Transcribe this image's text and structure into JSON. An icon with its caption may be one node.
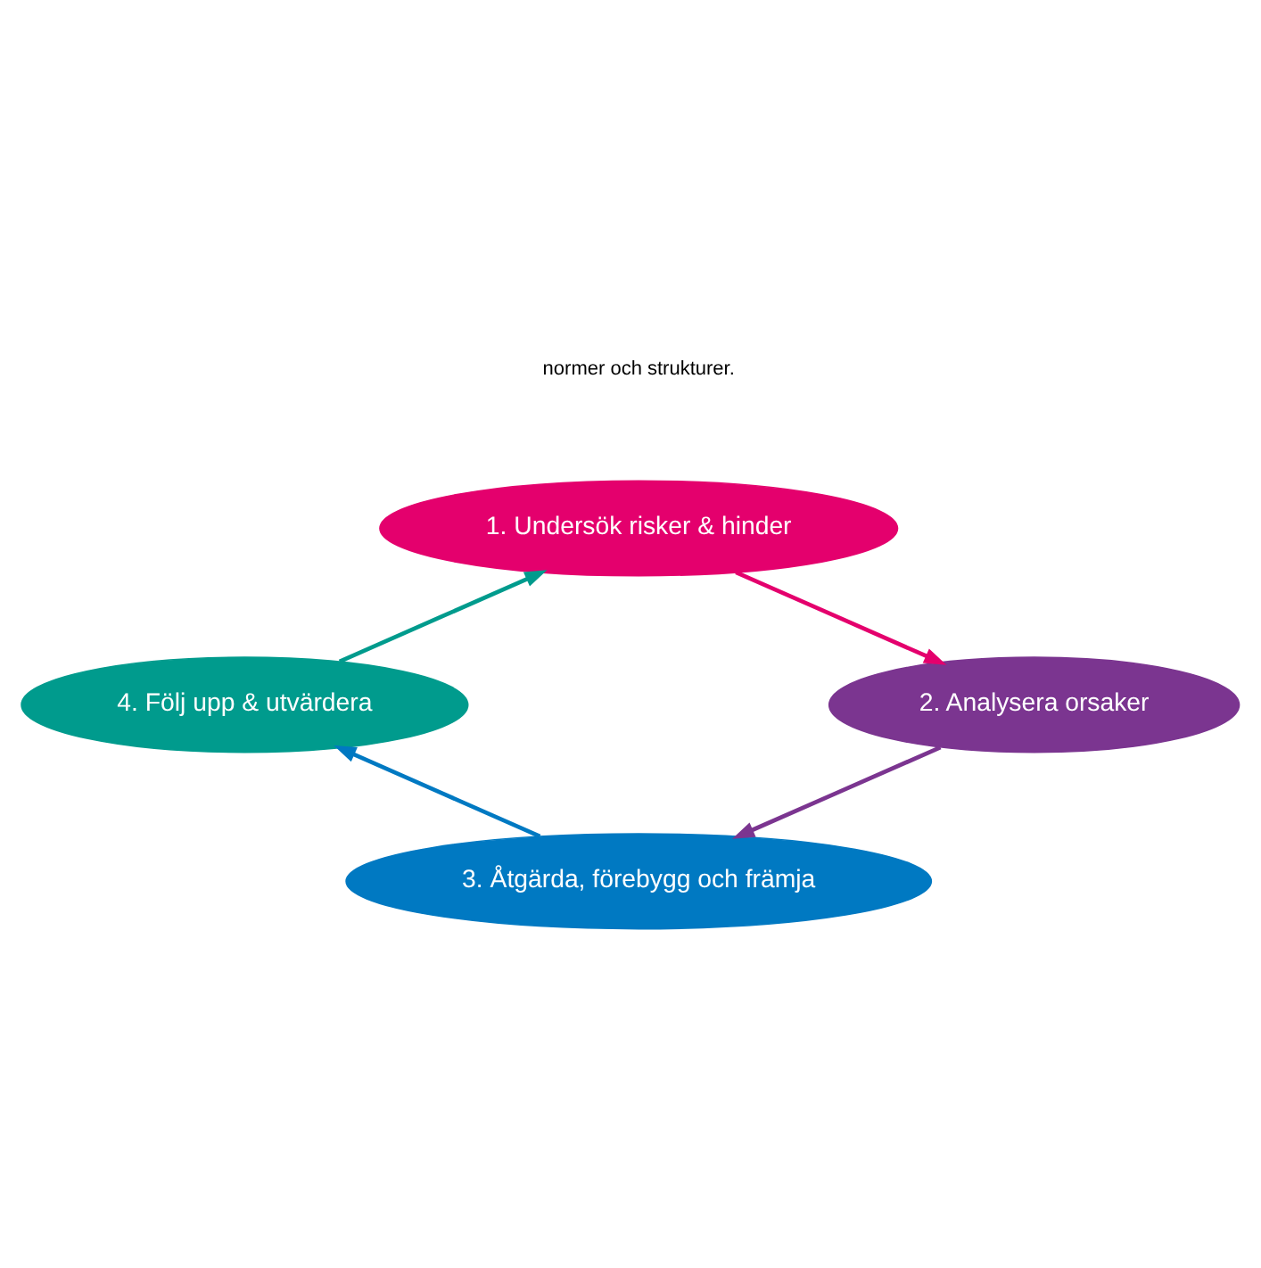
{
  "diagram": {
    "nodes": [
      {
        "text": [
          "1. Undersök risker & hinder"
        ]
      },
      {
        "text": [
          "2. Analysera orsaker"
        ]
      },
      {
        "text": [
          "3. Åtgärda, förebygg och främja"
        ]
      },
      {
        "text": [
          "4. Följ upp & utvärdera"
        ]
      }
    ],
    "edges": [
      {
        "from": 0,
        "to": 1,
        "arrow": "to",
        "color": "#e4006d"
      },
      {
        "from": 1,
        "to": 2,
        "arrow": "to",
        "color": "#7b3590"
      },
      {
        "from": 2,
        "to": 3,
        "arrow": "to",
        "color": "#0079c2"
      },
      {
        "from": 3,
        "to": 0,
        "arrow": "to",
        "color": "#009b8d"
      }
    ],
    "labels": [
      "normer och strukturer."
    ]
  }
}
